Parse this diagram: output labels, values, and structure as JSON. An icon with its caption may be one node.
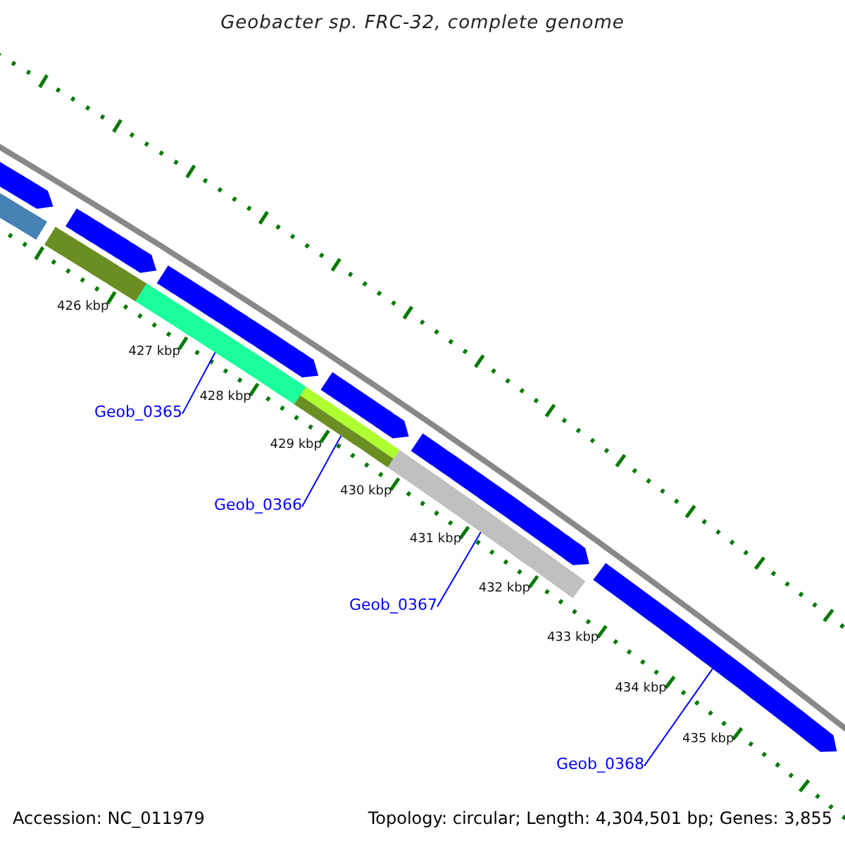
{
  "diagram": {
    "title": "Geobacter sp. FRC-32, complete genome",
    "nodes": [
      {
        "text": [
          "Geob_0365"
        ]
      },
      {
        "text": [
          "Geob_0366"
        ]
      },
      {
        "text": [
          "Geob_0367"
        ]
      },
      {
        "text": [
          "Geob_0368"
        ]
      },
      {
        "text": [],
        "shape": "bar"
      },
      {
        "text": [],
        "shape": "bar"
      },
      {
        "text": [],
        "shape": "bar"
      },
      {
        "text": [],
        "shape": "bar"
      },
      {
        "text": [],
        "shape": "bar"
      },
      {
        "text": [],
        "shape": "bar"
      },
      {
        "text": [],
        "shape": "bar"
      },
      {
        "text": [],
        "shape": "bar"
      },
      {
        "text": [],
        "shape": "bar"
      },
      {
        "text": [],
        "shape": "bar"
      },
      {
        "text": [],
        "shape": "bar"
      }
    ],
    "edges": [
      {
        "from": 0,
        "to": 4,
        "arrow": "none"
      },
      {
        "from": 1,
        "to": 5,
        "arrow": "none"
      },
      {
        "from": 2,
        "to": 6,
        "arrow": "none"
      },
      {
        "from": 3,
        "to": 7,
        "arrow": "none"
      }
    ],
    "labels": [
      "426 kbp",
      "427 kbp",
      "428 kbp",
      "429 kbp",
      "430 kbp",
      "431 kbp",
      "432 kbp",
      "433 kbp",
      "434 kbp",
      "435 kbp",
      "Accession: NC_011979",
      "Topology: circular; Length: 4,304,501 bp; Genes: 3,855"
    ]
  }
}
